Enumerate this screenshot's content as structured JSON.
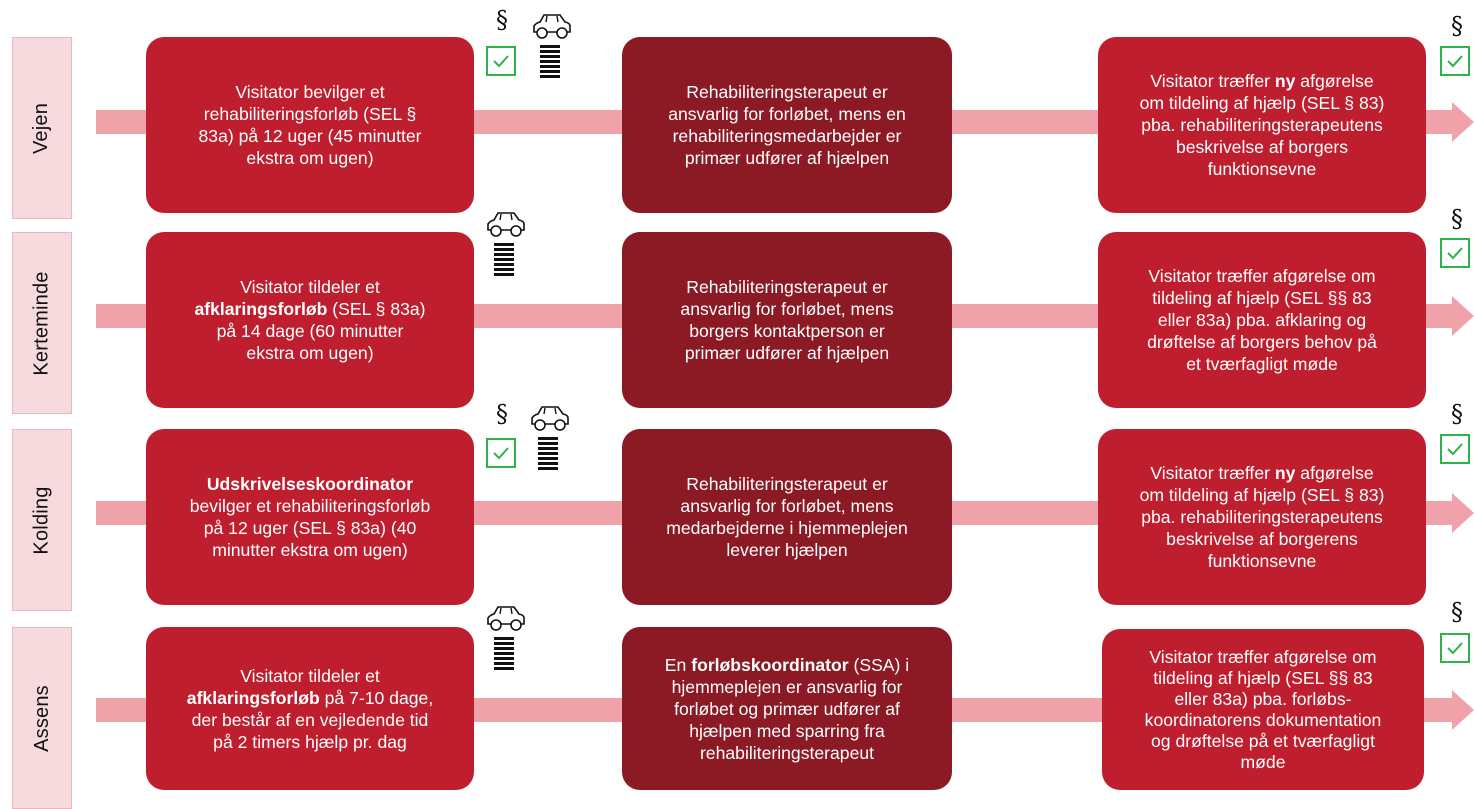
{
  "colors": {
    "box_red": "#be1e2d",
    "box_dark": "#8b1a24",
    "arrow": "#f0a2aa",
    "label_bg": "#f6dadd",
    "check": "#2db34a"
  },
  "icons": {
    "paragraph": "§",
    "checkbox": "check-icon",
    "car": "car-icon",
    "stack": "stack-icon"
  },
  "rows": [
    {
      "label": "Vejen",
      "box1": {
        "l1": "Visitator bevilger et",
        "l2": "rehabiliteringsforløb (SEL §",
        "l3": "83a) på 12 uger (45 minutter",
        "l4": "ekstra om ugen)"
      },
      "box2": {
        "l1": "Rehabiliteringsterapeut er",
        "l2": "ansvarlig for forløbet, mens en",
        "l3": "rehabiliteringsmedarbejder er",
        "l4": "primær udfører af hjælpen"
      },
      "box3": {
        "l1a": "Visitator træffer ",
        "l1b": "ny",
        "l1c": " afgørelse",
        "l2": "om tildeling af hjælp (SEL § 83)",
        "l3": "pba. rehabiliteringsterapeutens",
        "l4": "beskrivelse af borgers",
        "l5": "funktionsevne"
      }
    },
    {
      "label": "Kerteminde",
      "box1": {
        "l1": "Visitator tildeler et",
        "l2a": "afklaringsforløb",
        "l2b": " (SEL § 83a)",
        "l3": "på 14 dage (60 minutter",
        "l4": "ekstra om ugen)"
      },
      "box2": {
        "l1": "Rehabiliteringsterapeut er",
        "l2": "ansvarlig for forløbet, mens",
        "l3": "borgers kontaktperson er",
        "l4": "primær udfører af hjælpen"
      },
      "box3": {
        "l1": "Visitator træffer afgørelse om",
        "l2": "tildeling af hjælp (SEL §§ 83",
        "l3": "eller 83a) pba. afklaring og",
        "l4": "drøftelse af borgers behov på",
        "l5": "et tværfagligt møde"
      }
    },
    {
      "label": "Kolding",
      "box1": {
        "l1": "Udskrivelseskoordinator",
        "l2": "bevilger et rehabiliteringsforløb",
        "l3": "på 12 uger (SEL § 83a) (40",
        "l4": "minutter ekstra om ugen)"
      },
      "box2": {
        "l1": "Rehabiliteringsterapeut er",
        "l2": "ansvarlig for forløbet, mens",
        "l3": "medarbejderne i hjemmeplejen",
        "l4": "leverer hjælpen"
      },
      "box3": {
        "l1a": "Visitator træffer ",
        "l1b": "ny",
        "l1c": " afgørelse",
        "l2": "om tildeling af hjælp (SEL § 83)",
        "l3": "pba. rehabiliteringsterapeutens",
        "l4": "beskrivelse af borgerens",
        "l5": "funktionsevne"
      }
    },
    {
      "label": "Assens",
      "box1": {
        "l1": "Visitator tildeler et",
        "l2a": "afklaringsforløb",
        "l2b": " på 7-10 dage,",
        "l3": "der består af en vejledende tid",
        "l4": "på 2 timers hjælp pr. dag"
      },
      "box2": {
        "l1a": "En ",
        "l1b": "forløbskoordinator",
        "l1c": " (SSA) i",
        "l2": "hjemmeplejen er ansvarlig for",
        "l3": "forløbet og primær udfører af",
        "l4": "hjælpen med sparring fra",
        "l5": "rehabiliteringsterapeut"
      },
      "box3": {
        "l1": "Visitator træffer afgørelse om",
        "l2": "tildeling af hjælp (SEL §§ 83",
        "l3": "eller 83a) pba. forløbs-",
        "l4": "koordinatorens dokumentation",
        "l5": "og drøftelse på et tværfagligt",
        "l6": "møde"
      }
    }
  ]
}
